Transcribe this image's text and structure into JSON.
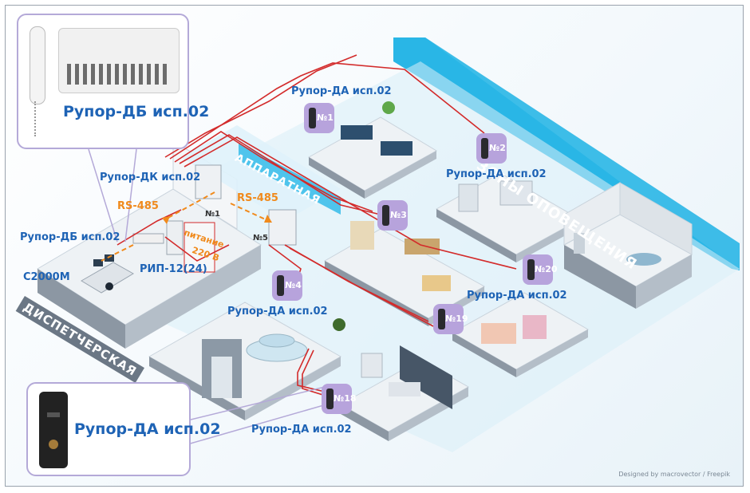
{
  "labels": {
    "rupor_db_callout": "Рупор-ДБ исп.02",
    "rupor_da_callout": "Рупор-ДА исп.02",
    "rupor_dk": "Рупор-ДК исп.02",
    "rupor_db_left": "Рупор-ДБ исп.02",
    "c2000m": "С2000М",
    "rip": "РИП-12(24)",
    "rs485_left": "RS-485",
    "rs485_mid": "RS-485",
    "power": "питание",
    "voltage": "220 В",
    "node1": "№1",
    "node5": "№5"
  },
  "zones": {
    "dispatch": "ДИСПЕТЧЕРСКАЯ",
    "hardware": "АППАРАТНАЯ",
    "alert": "ЗОНЫ ОПОВЕЩЕНИЯ"
  },
  "devices": [
    {
      "num": "№1",
      "label": "Рупор-ДА исп.02"
    },
    {
      "num": "№2",
      "label": "Рупор-ДА исп.02"
    },
    {
      "num": "№3",
      "label": ""
    },
    {
      "num": "№4",
      "label": "Рупор-ДА исп.02"
    },
    {
      "num": "№20",
      "label": "Рупор-ДА исп.02"
    },
    {
      "num": "№19",
      "label": ""
    },
    {
      "num": "№18",
      "label": "Рупор-ДА исп.02"
    }
  ],
  "credit": "Designed by macrovector / Freepik",
  "colors": {
    "accent_blue": "#1e63b5",
    "zone_band": "#29b6e6",
    "badge": "#b7a3dc",
    "wire": "#d32b2b",
    "rs485": "#f08a1c",
    "floor": "#e9eef3"
  }
}
